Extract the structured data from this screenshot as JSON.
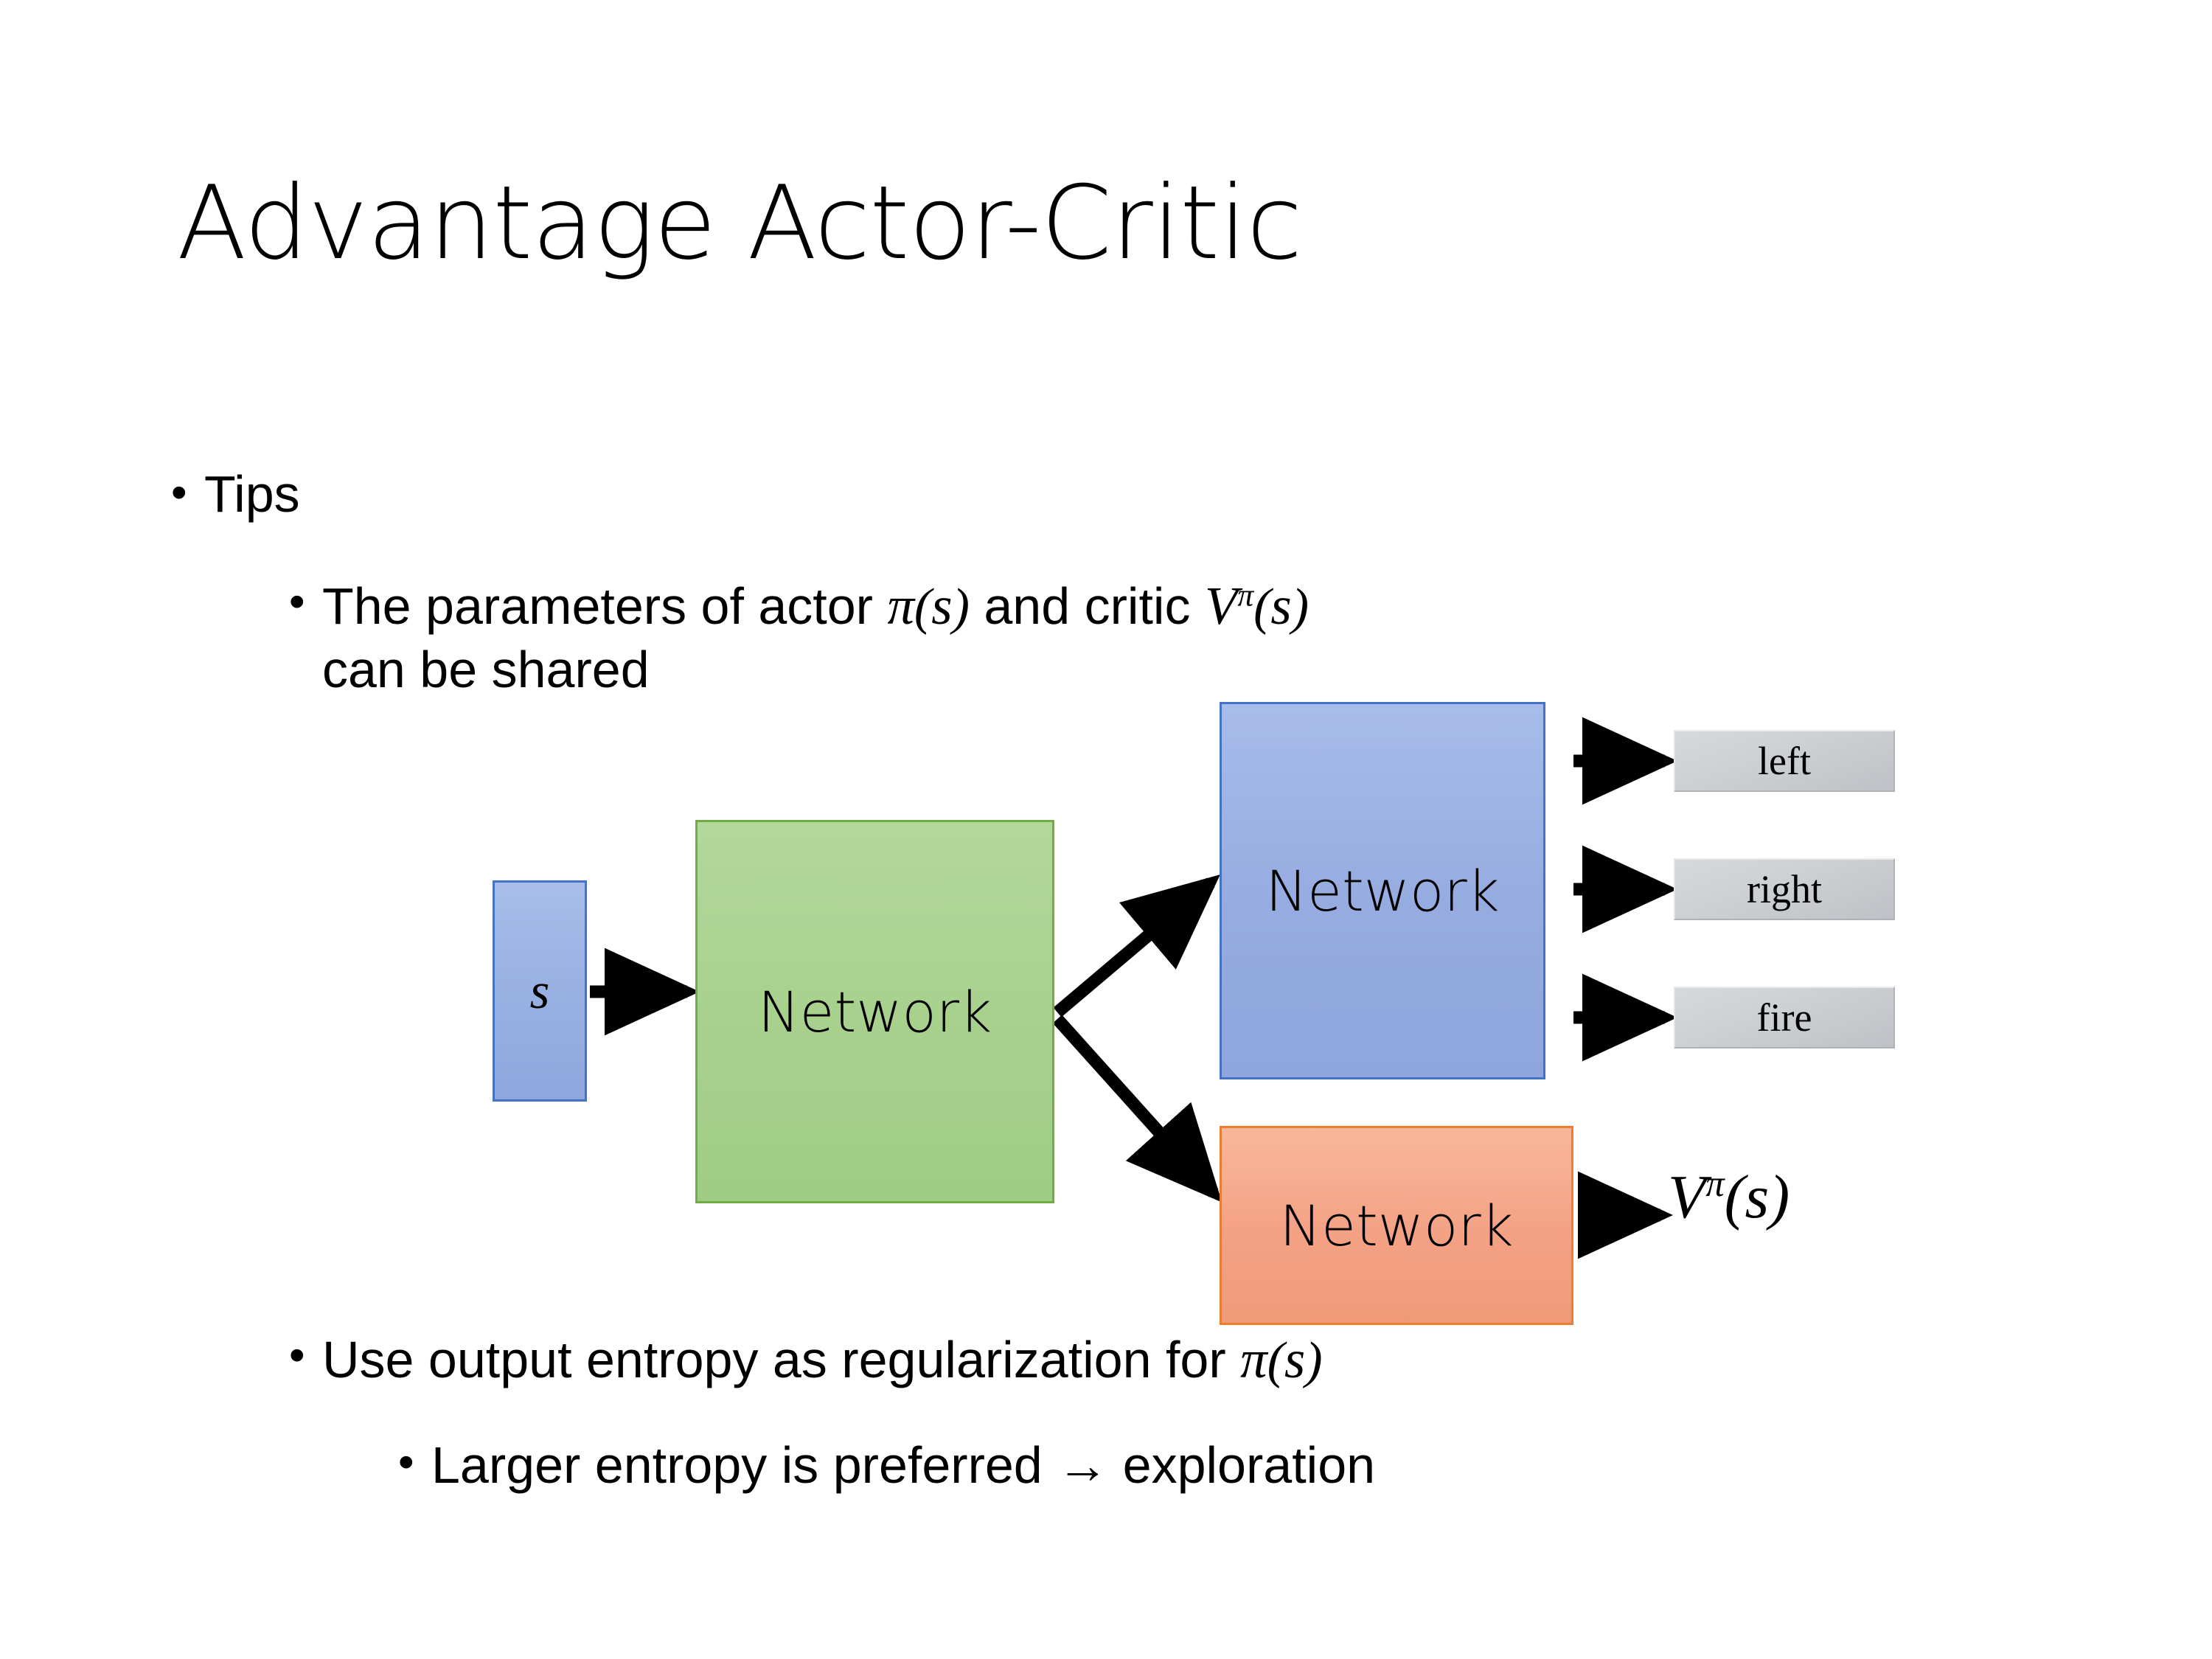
{
  "slide": {
    "title": "Advantage Actor-Critic",
    "background_color": "#ffffff"
  },
  "body": {
    "bullets": [
      {
        "level": 1,
        "marker": "•",
        "text": "Tips"
      },
      {
        "level": 2,
        "marker": "•",
        "text_parts": [
          "The parameters of actor ",
          "π",
          "(",
          "s",
          ")",
          "  and critic ",
          "V",
          "π",
          "(",
          "s",
          ")",
          " can be shared"
        ],
        "plain_text": "The parameters of actor π(s)  and critic Vπ(s) can be shared",
        "line1_prefix": "The parameters of actor ",
        "line1_mid": "  and critic ",
        "line2": "can be shared"
      },
      {
        "level": 2,
        "marker": "•",
        "plain_text": "Use output entropy as regularization for π(s)",
        "prefix": "Use output entropy as regularization for "
      },
      {
        "level": 3,
        "marker": "•",
        "plain_text": "Larger entropy is preferred → exploration",
        "text": "Larger entropy is preferred → exploration"
      }
    ],
    "math": {
      "pi": "π",
      "s": "s",
      "V": "V",
      "lparen": "(",
      "rparen": ")"
    }
  },
  "diagram": {
    "nodes": [
      {
        "id": "state",
        "label": "s",
        "color": "#97ade1",
        "border": "#4472c4"
      },
      {
        "id": "shared",
        "label": "Network",
        "color": "#a8d18e",
        "border": "#70ad47"
      },
      {
        "id": "actor",
        "label": "Network",
        "color": "#97ade1",
        "border": "#4472c4"
      },
      {
        "id": "critic",
        "label": "Network",
        "color": "#f4a184",
        "border": "#ed7d31"
      }
    ],
    "actions": [
      {
        "id": "left",
        "label": "left"
      },
      {
        "id": "right",
        "label": "right"
      },
      {
        "id": "fire",
        "label": "fire"
      }
    ],
    "critic_output": {
      "V": "V",
      "pi": "π",
      "lparen": "(",
      "s": "s",
      "rparen": ")"
    },
    "arrow_color": "#000000"
  }
}
